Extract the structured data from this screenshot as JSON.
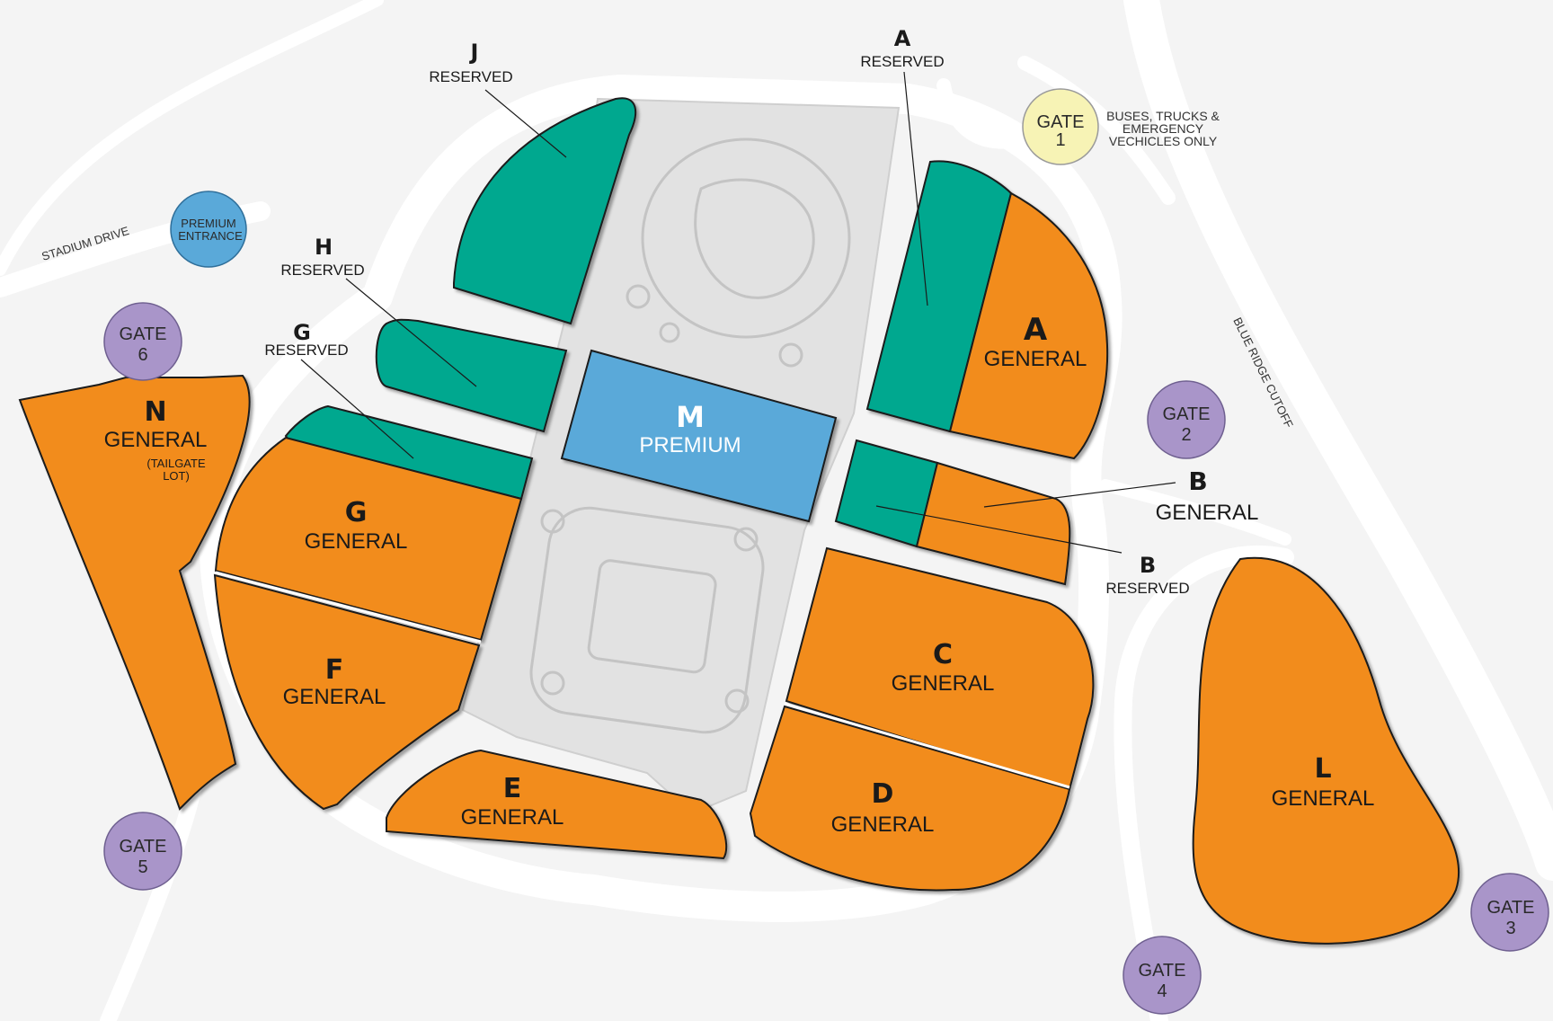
{
  "colors": {
    "general": "#f28c1e",
    "reserved": "#00a88f",
    "premium": "#5aa9d9",
    "gate_purple": "#a995c9",
    "gate_yellow": "#f7f3b5",
    "premium_entrance": "#5aa9d9",
    "road": "#ffffff",
    "plaza": "#e0e0e0",
    "background": "#f4f4f4"
  },
  "roads": {
    "stadium_drive": "STADIUM DRIVE",
    "blue_ridge_cutoff": "BLUE RIDGE CUTOFF"
  },
  "gates": {
    "g1": {
      "line1": "GATE",
      "line2": "1"
    },
    "g2": {
      "line1": "GATE",
      "line2": "2"
    },
    "g3": {
      "line1": "GATE",
      "line2": "3"
    },
    "g4": {
      "line1": "GATE",
      "line2": "4"
    },
    "g5": {
      "line1": "GATE",
      "line2": "5"
    },
    "g6": {
      "line1": "GATE",
      "line2": "6"
    },
    "premium_entrance": {
      "line1": "PREMIUM",
      "line2": "ENTRANCE"
    }
  },
  "notes": {
    "buses": [
      "BUSES, TRUCKS &",
      "EMERGENCY",
      "VECHICLES ONLY"
    ]
  },
  "lots": {
    "a_general": {
      "letter": "A",
      "sub": "GENERAL"
    },
    "c_general": {
      "letter": "C",
      "sub": "GENERAL"
    },
    "d_general": {
      "letter": "D",
      "sub": "GENERAL"
    },
    "e_general": {
      "letter": "E",
      "sub": "GENERAL"
    },
    "f_general": {
      "letter": "F",
      "sub": "GENERAL"
    },
    "g_general": {
      "letter": "G",
      "sub": "GENERAL"
    },
    "l_general": {
      "letter": "L",
      "sub": "GENERAL"
    },
    "n_general": {
      "letter": "N",
      "sub": "GENERAL",
      "note1": "(TAILGATE",
      "note2": "LOT)"
    },
    "m_premium": {
      "letter": "M",
      "sub": "PREMIUM"
    }
  },
  "callouts": {
    "j_reserved": {
      "letter": "J",
      "sub": "RESERVED"
    },
    "h_reserved": {
      "letter": "H",
      "sub": "RESERVED"
    },
    "g_reserved": {
      "letter": "G",
      "sub": "RESERVED"
    },
    "a_reserved": {
      "letter": "A",
      "sub": "RESERVED"
    },
    "b_general": {
      "letter": "B",
      "sub": "GENERAL"
    },
    "b_reserved": {
      "letter": "B",
      "sub": "RESERVED"
    }
  }
}
